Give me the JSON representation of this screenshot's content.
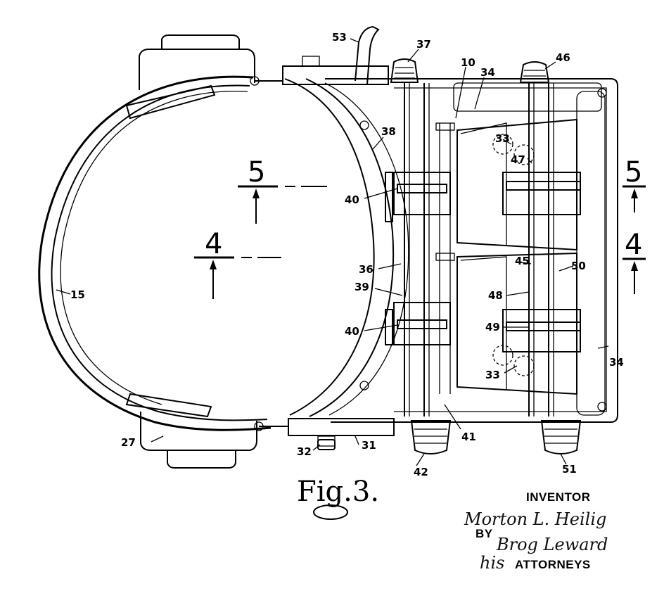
{
  "labels": {
    "l53": "53",
    "l37": "37",
    "l10": "10",
    "l34a": "34",
    "l46": "46",
    "l38": "38",
    "l33a": "33",
    "l47": "47",
    "l40a": "40",
    "l36": "36",
    "l39": "39",
    "l40b": "40",
    "l45": "45",
    "l50": "50",
    "l48": "48",
    "l49": "49",
    "l15": "15",
    "l34b": "34",
    "l33b": "33",
    "l27": "27",
    "l32": "32",
    "l31": "31",
    "l41": "41",
    "l42": "42",
    "l51": "51"
  },
  "sections": {
    "s5a": "5",
    "s4a": "4",
    "s5b": "5",
    "s4b": "4"
  },
  "figure": {
    "label": "Fig.3."
  },
  "signature": {
    "inventor": "INVENTOR",
    "inventor_name": "Morton L. Heilig",
    "by": "BY",
    "attorneys_name": "Brog Leward",
    "his": "his",
    "attorneys": "ATTORNEYS"
  }
}
